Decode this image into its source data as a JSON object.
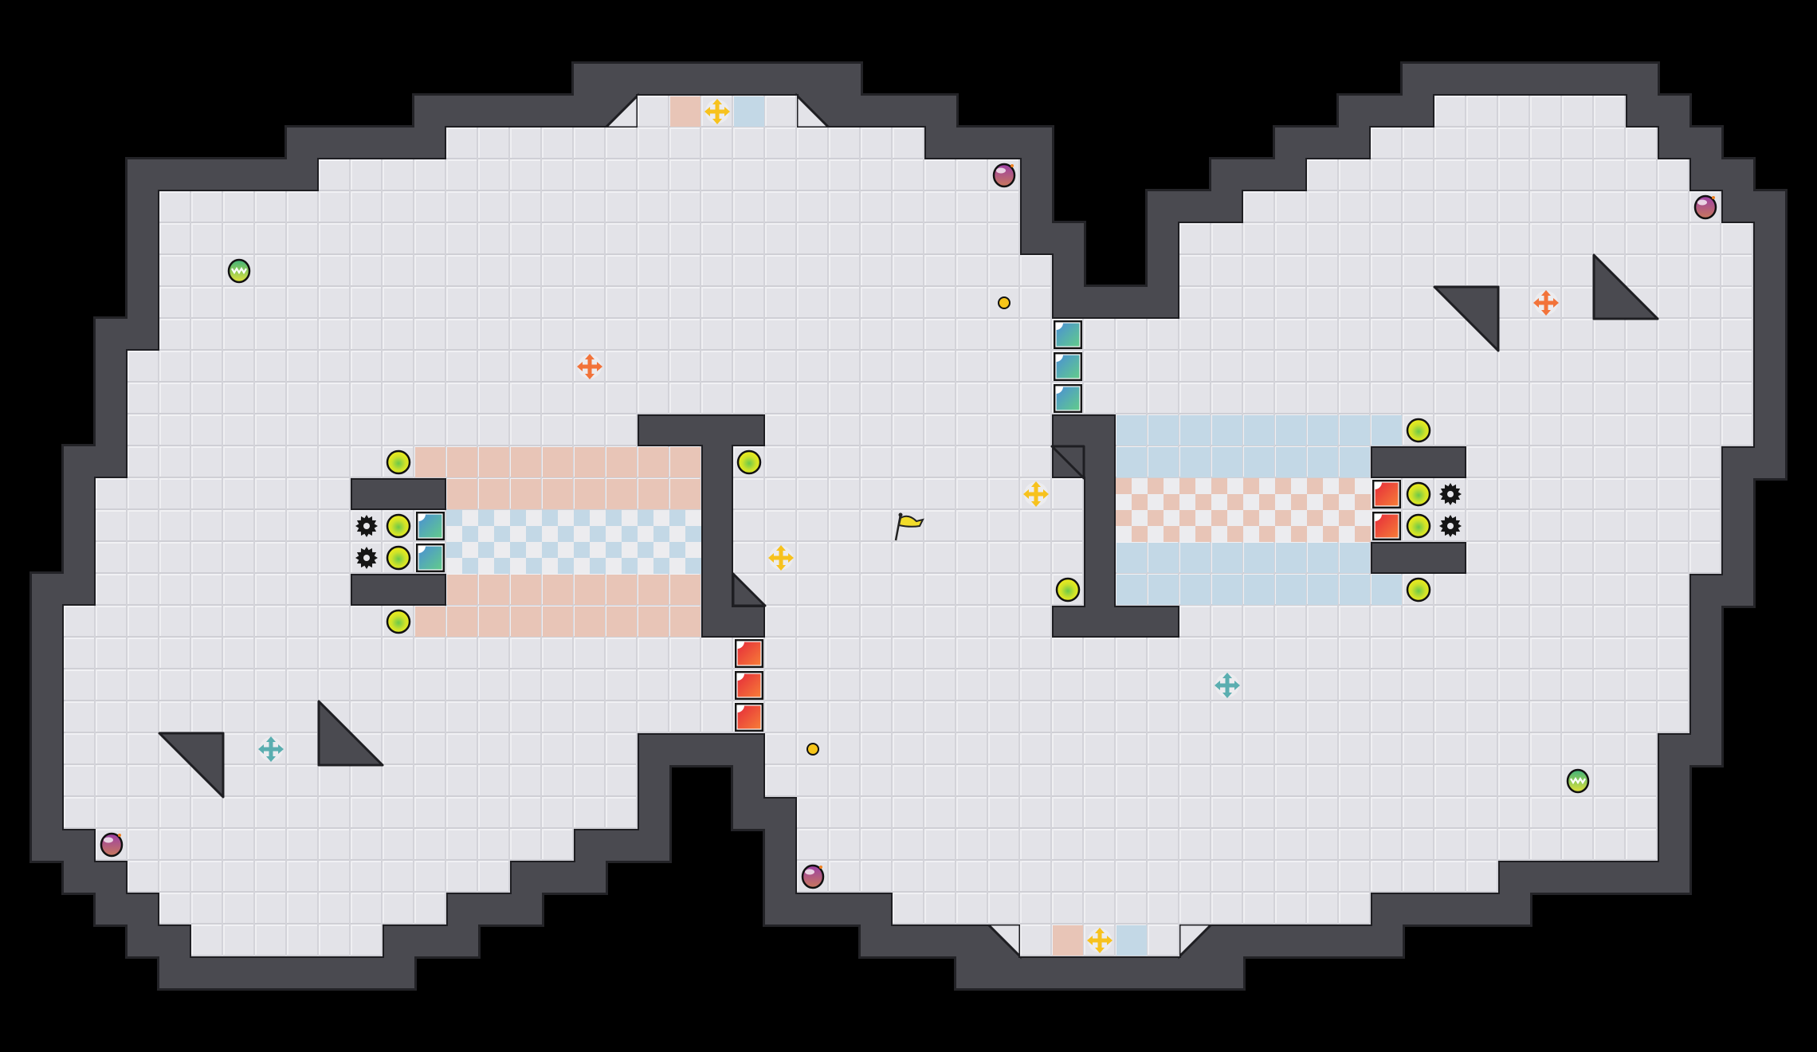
{
  "game": {
    "view": "level-map",
    "tile_kinds": [
      "floor",
      "wall",
      "void",
      "salmon-zone",
      "blue-zone",
      "blue-checker-zone",
      "salmon-checker-zone"
    ],
    "entity_kinds": [
      {
        "kind": "yellow-ball",
        "icon": "yellow-ball-icon",
        "count": 10
      },
      {
        "kind": "gear",
        "icon": "gear-icon",
        "count": 4
      },
      {
        "kind": "teal-block",
        "icon": "teal-block-icon",
        "count": 5
      },
      {
        "kind": "red-block",
        "icon": "red-block-icon",
        "count": 5
      },
      {
        "kind": "pink-marble",
        "icon": "pink-marble-icon",
        "count": 4
      },
      {
        "kind": "green-marble",
        "icon": "green-marble-icon",
        "count": 2
      },
      {
        "kind": "gold-coin",
        "icon": "gold-dot-icon",
        "count": 2
      },
      {
        "kind": "yellow-mover",
        "icon": "move-arrows-icon",
        "count": 4
      },
      {
        "kind": "orange-mover",
        "icon": "move-arrows-icon",
        "count": 2
      },
      {
        "kind": "teal-mover",
        "icon": "move-arrows-icon",
        "count": 2
      },
      {
        "kind": "goal-flag",
        "icon": "flag-icon",
        "count": 1
      }
    ]
  },
  "colors": {
    "background": "#000000",
    "wall": "#4a4a50",
    "wall_outline": "#232327",
    "floor": "#e3e3e8",
    "salmon": "#e8c5b7",
    "blue": "#c3d8e6",
    "yellow": "#f0ec1c",
    "teal_block": "#4f9fce",
    "red_block": "#e83b3b",
    "mover_yellow": "#f7c21e",
    "mover_orange": "#f2733a",
    "mover_teal": "#5aaeb0",
    "marble_pink": "#a64d96",
    "marble_green": "#58b868"
  }
}
